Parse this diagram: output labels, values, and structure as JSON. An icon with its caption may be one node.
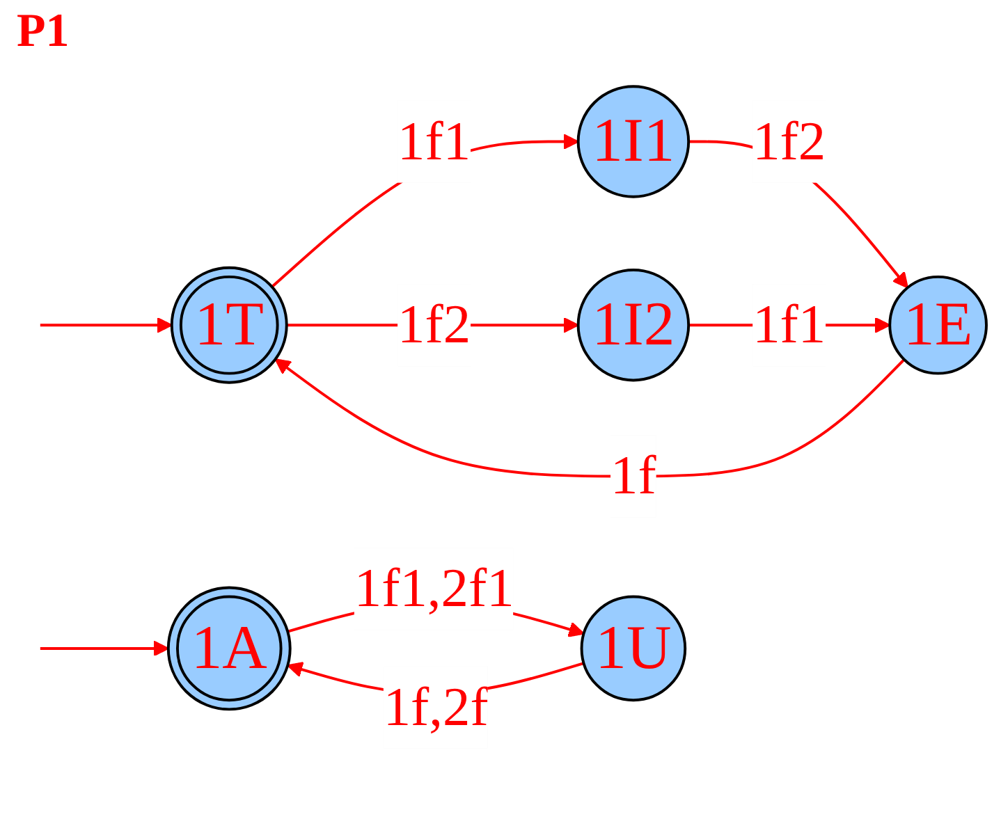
{
  "diagram": {
    "nodes": [
      {
        "text": [
          "1T"
        ]
      },
      {
        "text": [
          "1I1"
        ]
      },
      {
        "text": [
          "1E"
        ]
      },
      {
        "text": [
          "1I2"
        ]
      },
      {
        "text": [
          "1A"
        ]
      },
      {
        "text": [
          "1U"
        ]
      }
    ],
    "edges": [
      {
        "from": null,
        "to": 0,
        "arrow": "to"
      },
      {
        "from": 0,
        "to": 1,
        "label": "1f1",
        "arrow": "to"
      },
      {
        "from": 1,
        "to": 2,
        "label": "1f2",
        "arrow": "to"
      },
      {
        "from": 2,
        "to": 0,
        "label": "1f",
        "arrow": "to"
      },
      {
        "from": 0,
        "to": 3,
        "label": "1f2",
        "arrow": "to"
      },
      {
        "from": 3,
        "to": 2,
        "label": "1f1",
        "arrow": "to"
      },
      {
        "from": null,
        "to": 4,
        "arrow": "to"
      },
      {
        "from": 4,
        "to": 5,
        "label": "1f1,2f1",
        "arrow": "to"
      },
      {
        "from": 5,
        "to": 4,
        "label": "1f,2f",
        "arrow": "to"
      }
    ],
    "labels": [
      "P1"
    ]
  }
}
